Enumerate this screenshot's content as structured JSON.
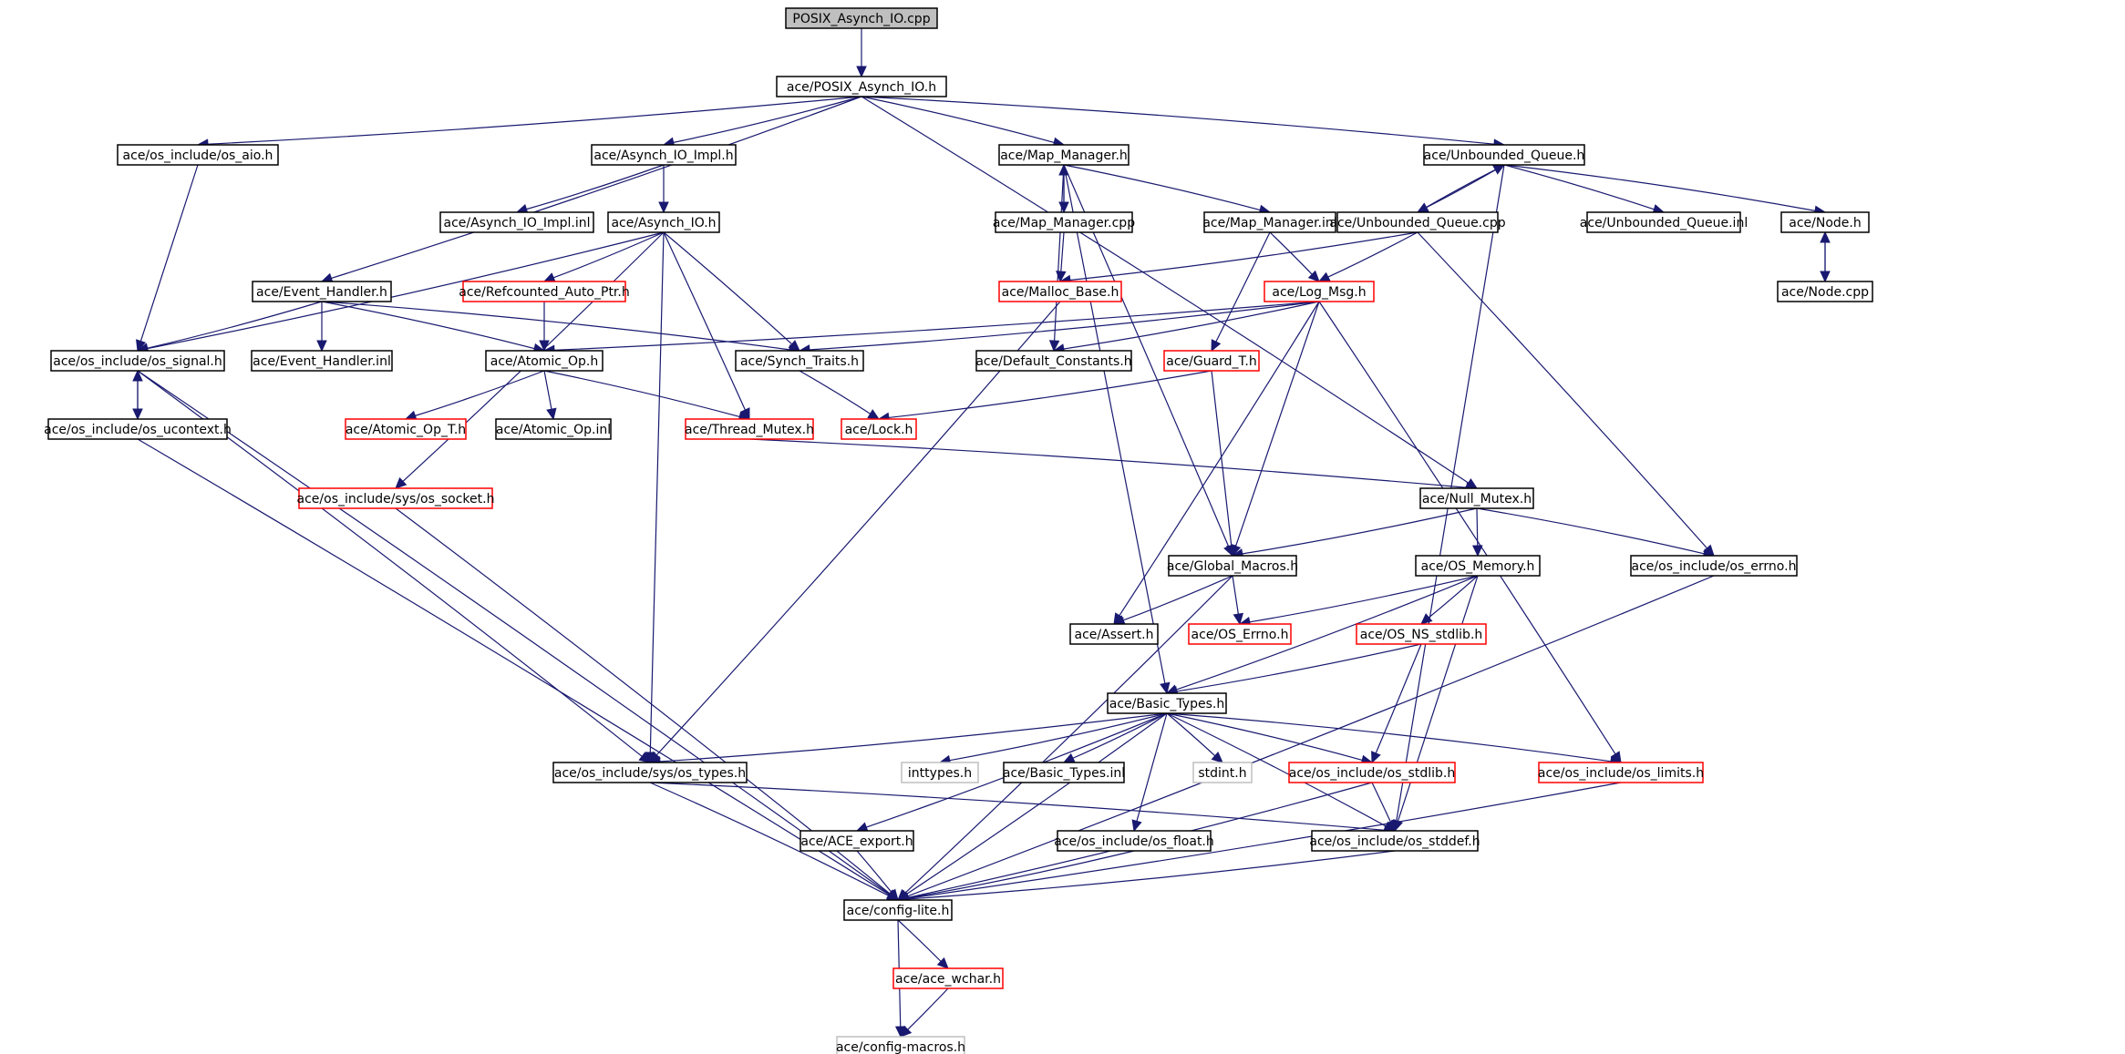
{
  "colors": {
    "edge": "#191970",
    "node_normal_border": "#000000",
    "node_truncated_border": "#ff0000",
    "node_external_border": "#bfbfbf",
    "node_external_text": "#7f7f7f",
    "node_root_fill": "#bfbfbf"
  },
  "nodes": [
    {
      "id": "POSIX_Asynch_IO_cpp",
      "label": "POSIX_Asynch_IO.cpp",
      "kind": "root"
    },
    {
      "id": "POSIX_Asynch_IO_h",
      "label": "ace/POSIX_Asynch_IO.h",
      "kind": "normal"
    },
    {
      "id": "os_aio_h",
      "label": "ace/os_include/os_aio.h",
      "kind": "normal"
    },
    {
      "id": "Asynch_IO_Impl_h",
      "label": "ace/Asynch_IO_Impl.h",
      "kind": "normal"
    },
    {
      "id": "Map_Manager_h",
      "label": "ace/Map_Manager.h",
      "kind": "normal"
    },
    {
      "id": "Unbounded_Queue_h",
      "label": "ace/Unbounded_Queue.h",
      "kind": "normal"
    },
    {
      "id": "Asynch_IO_Impl_inl",
      "label": "ace/Asynch_IO_Impl.inl",
      "kind": "normal"
    },
    {
      "id": "Asynch_IO_h",
      "label": "ace/Asynch_IO.h",
      "kind": "normal"
    },
    {
      "id": "Map_Manager_cpp",
      "label": "ace/Map_Manager.cpp",
      "kind": "normal"
    },
    {
      "id": "Map_Manager_inl",
      "label": "ace/Map_Manager.inl",
      "kind": "normal"
    },
    {
      "id": "Unbounded_Queue_cpp",
      "label": "ace/Unbounded_Queue.cpp",
      "kind": "normal"
    },
    {
      "id": "Unbounded_Queue_inl",
      "label": "ace/Unbounded_Queue.inl",
      "kind": "normal"
    },
    {
      "id": "Node_h",
      "label": "ace/Node.h",
      "kind": "normal"
    },
    {
      "id": "Event_Handler_h",
      "label": "ace/Event_Handler.h",
      "kind": "normal"
    },
    {
      "id": "Refcounted_Auto_Ptr_h",
      "label": "ace/Refcounted_Auto_Ptr.h",
      "kind": "truncated"
    },
    {
      "id": "Malloc_Base_h",
      "label": "ace/Malloc_Base.h",
      "kind": "truncated"
    },
    {
      "id": "Log_Msg_h",
      "label": "ace/Log_Msg.h",
      "kind": "truncated"
    },
    {
      "id": "Node_cpp",
      "label": "ace/Node.cpp",
      "kind": "normal"
    },
    {
      "id": "os_signal_h",
      "label": "ace/os_include/os_signal.h",
      "kind": "normal"
    },
    {
      "id": "Event_Handler_inl",
      "label": "ace/Event_Handler.inl",
      "kind": "normal"
    },
    {
      "id": "Atomic_Op_h",
      "label": "ace/Atomic_Op.h",
      "kind": "normal"
    },
    {
      "id": "Synch_Traits_h",
      "label": "ace/Synch_Traits.h",
      "kind": "normal"
    },
    {
      "id": "Default_Constants_h",
      "label": "ace/Default_Constants.h",
      "kind": "normal"
    },
    {
      "id": "Guard_T_h",
      "label": "ace/Guard_T.h",
      "kind": "truncated"
    },
    {
      "id": "os_ucontext_h",
      "label": "ace/os_include/os_ucontext.h",
      "kind": "normal"
    },
    {
      "id": "Atomic_Op_T_h",
      "label": "ace/Atomic_Op_T.h",
      "kind": "truncated"
    },
    {
      "id": "Atomic_Op_inl",
      "label": "ace/Atomic_Op.inl",
      "kind": "normal"
    },
    {
      "id": "Thread_Mutex_h",
      "label": "ace/Thread_Mutex.h",
      "kind": "truncated"
    },
    {
      "id": "Lock_h",
      "label": "ace/Lock.h",
      "kind": "truncated"
    },
    {
      "id": "os_socket_h",
      "label": "ace/os_include/sys/os_socket.h",
      "kind": "truncated"
    },
    {
      "id": "Null_Mutex_h",
      "label": "ace/Null_Mutex.h",
      "kind": "normal"
    },
    {
      "id": "Global_Macros_h",
      "label": "ace/Global_Macros.h",
      "kind": "normal"
    },
    {
      "id": "OS_Memory_h",
      "label": "ace/OS_Memory.h",
      "kind": "normal"
    },
    {
      "id": "os_errno_h",
      "label": "ace/os_include/os_errno.h",
      "kind": "normal"
    },
    {
      "id": "Assert_h",
      "label": "ace/Assert.h",
      "kind": "normal"
    },
    {
      "id": "OS_Errno_h",
      "label": "ace/OS_Errno.h",
      "kind": "truncated"
    },
    {
      "id": "OS_NS_stdlib_h",
      "label": "ace/OS_NS_stdlib.h",
      "kind": "truncated"
    },
    {
      "id": "Basic_Types_h",
      "label": "ace/Basic_Types.h",
      "kind": "normal"
    },
    {
      "id": "os_types_h",
      "label": "ace/os_include/sys/os_types.h",
      "kind": "normal"
    },
    {
      "id": "inttypes_h",
      "label": "inttypes.h",
      "kind": "external"
    },
    {
      "id": "Basic_Types_inl",
      "label": "ace/Basic_Types.inl",
      "kind": "normal"
    },
    {
      "id": "stdint_h",
      "label": "stdint.h",
      "kind": "external"
    },
    {
      "id": "os_stdlib_h",
      "label": "ace/os_include/os_stdlib.h",
      "kind": "truncated"
    },
    {
      "id": "os_limits_h",
      "label": "ace/os_include/os_limits.h",
      "kind": "truncated"
    },
    {
      "id": "ACE_export_h",
      "label": "ace/ACE_export.h",
      "kind": "normal"
    },
    {
      "id": "os_float_h",
      "label": "ace/os_include/os_float.h",
      "kind": "normal"
    },
    {
      "id": "os_stddef_h",
      "label": "ace/os_include/os_stddef.h",
      "kind": "normal"
    },
    {
      "id": "config_lite_h",
      "label": "ace/config-lite.h",
      "kind": "normal"
    },
    {
      "id": "ace_wchar_h",
      "label": "ace/ace_wchar.h",
      "kind": "truncated"
    },
    {
      "id": "config_macros_h",
      "label": "ace/config-macros.h",
      "kind": "external"
    }
  ],
  "edges": [
    [
      "POSIX_Asynch_IO_cpp",
      "POSIX_Asynch_IO_h"
    ],
    [
      "POSIX_Asynch_IO_h",
      "os_aio_h"
    ],
    [
      "POSIX_Asynch_IO_h",
      "Asynch_IO_Impl_h"
    ],
    [
      "POSIX_Asynch_IO_h",
      "Map_Manager_h"
    ],
    [
      "POSIX_Asynch_IO_h",
      "Unbounded_Queue_h"
    ],
    [
      "POSIX_Asynch_IO_h",
      "Event_Handler_h"
    ],
    [
      "POSIX_Asynch_IO_h",
      "Null_Mutex_h"
    ],
    [
      "os_aio_h",
      "os_signal_h"
    ],
    [
      "Asynch_IO_Impl_h",
      "Asynch_IO_Impl_inl"
    ],
    [
      "Asynch_IO_Impl_h",
      "Asynch_IO_h"
    ],
    [
      "Asynch_IO_h",
      "os_signal_h"
    ],
    [
      "Asynch_IO_h",
      "Refcounted_Auto_Ptr_h"
    ],
    [
      "Asynch_IO_h",
      "Synch_Traits_h"
    ],
    [
      "Asynch_IO_h",
      "Thread_Mutex_h"
    ],
    [
      "Asynch_IO_h",
      "os_socket_h"
    ],
    [
      "Asynch_IO_h",
      "os_types_h"
    ],
    [
      "Refcounted_Auto_Ptr_h",
      "Atomic_Op_h"
    ],
    [
      "Map_Manager_h",
      "Map_Manager_cpp"
    ],
    [
      "Map_Manager_cpp",
      "Map_Manager_h"
    ],
    [
      "Map_Manager_h",
      "Map_Manager_inl"
    ],
    [
      "Map_Manager_h",
      "Default_Constants_h"
    ],
    [
      "Map_Manager_h",
      "Global_Macros_h"
    ],
    [
      "Map_Manager_h",
      "Basic_Types_h"
    ],
    [
      "Map_Manager_cpp",
      "Malloc_Base_h"
    ],
    [
      "Map_Manager_inl",
      "Log_Msg_h"
    ],
    [
      "Map_Manager_inl",
      "Guard_T_h"
    ],
    [
      "Unbounded_Queue_h",
      "Unbounded_Queue_cpp"
    ],
    [
      "Unbounded_Queue_cpp",
      "Unbounded_Queue_h"
    ],
    [
      "Unbounded_Queue_h",
      "Unbounded_Queue_inl"
    ],
    [
      "Unbounded_Queue_h",
      "Node_h"
    ],
    [
      "Unbounded_Queue_h",
      "os_stddef_h"
    ],
    [
      "Unbounded_Queue_cpp",
      "Malloc_Base_h"
    ],
    [
      "Unbounded_Queue_cpp",
      "Log_Msg_h"
    ],
    [
      "Unbounded_Queue_cpp",
      "os_errno_h"
    ],
    [
      "Node_h",
      "Node_cpp"
    ],
    [
      "Node_cpp",
      "Node_h"
    ],
    [
      "Malloc_Base_h",
      "os_types_h"
    ],
    [
      "Log_Msg_h",
      "Atomic_Op_h"
    ],
    [
      "Log_Msg_h",
      "Synch_Traits_h"
    ],
    [
      "Log_Msg_h",
      "Default_Constants_h"
    ],
    [
      "Log_Msg_h",
      "Global_Macros_h"
    ],
    [
      "Log_Msg_h",
      "Assert_h"
    ],
    [
      "Log_Msg_h",
      "os_limits_h"
    ],
    [
      "Guard_T_h",
      "Lock_h"
    ],
    [
      "Guard_T_h",
      "Global_Macros_h"
    ],
    [
      "Event_Handler_h",
      "os_signal_h"
    ],
    [
      "Event_Handler_h",
      "Event_Handler_inl"
    ],
    [
      "Event_Handler_h",
      "Atomic_Op_h"
    ],
    [
      "Event_Handler_h",
      "Synch_Traits_h"
    ],
    [
      "os_signal_h",
      "os_ucontext_h"
    ],
    [
      "os_ucontext_h",
      "os_signal_h"
    ],
    [
      "os_signal_h",
      "os_types_h"
    ],
    [
      "os_signal_h",
      "config_lite_h"
    ],
    [
      "os_ucontext_h",
      "config_lite_h"
    ],
    [
      "Atomic_Op_h",
      "Atomic_Op_T_h"
    ],
    [
      "Atomic_Op_h",
      "Atomic_Op_inl"
    ],
    [
      "Atomic_Op_h",
      "Thread_Mutex_h"
    ],
    [
      "Synch_Traits_h",
      "Lock_h"
    ],
    [
      "Thread_Mutex_h",
      "Null_Mutex_h"
    ],
    [
      "os_socket_h",
      "config_lite_h"
    ],
    [
      "Null_Mutex_h",
      "Global_Macros_h"
    ],
    [
      "Null_Mutex_h",
      "OS_Memory_h"
    ],
    [
      "Null_Mutex_h",
      "os_errno_h"
    ],
    [
      "Global_Macros_h",
      "Assert_h"
    ],
    [
      "Global_Macros_h",
      "OS_Errno_h"
    ],
    [
      "Global_Macros_h",
      "config_lite_h"
    ],
    [
      "OS_Memory_h",
      "OS_Errno_h"
    ],
    [
      "OS_Memory_h",
      "OS_NS_stdlib_h"
    ],
    [
      "OS_Memory_h",
      "Basic_Types_h"
    ],
    [
      "OS_Memory_h",
      "os_stddef_h"
    ],
    [
      "os_errno_h",
      "config_lite_h"
    ],
    [
      "OS_NS_stdlib_h",
      "Basic_Types_h"
    ],
    [
      "OS_NS_stdlib_h",
      "os_stdlib_h"
    ],
    [
      "Basic_Types_h",
      "os_types_h"
    ],
    [
      "Basic_Types_h",
      "inttypes_h"
    ],
    [
      "Basic_Types_h",
      "Basic_Types_inl"
    ],
    [
      "Basic_Types_h",
      "stdint_h"
    ],
    [
      "Basic_Types_h",
      "os_stdlib_h"
    ],
    [
      "Basic_Types_h",
      "os_limits_h"
    ],
    [
      "Basic_Types_h",
      "ACE_export_h"
    ],
    [
      "Basic_Types_h",
      "os_float_h"
    ],
    [
      "Basic_Types_h",
      "os_stddef_h"
    ],
    [
      "Basic_Types_h",
      "config_lite_h"
    ],
    [
      "os_types_h",
      "os_stddef_h"
    ],
    [
      "os_types_h",
      "config_lite_h"
    ],
    [
      "os_stdlib_h",
      "os_stddef_h"
    ],
    [
      "os_stdlib_h",
      "config_lite_h"
    ],
    [
      "os_limits_h",
      "config_lite_h"
    ],
    [
      "ACE_export_h",
      "config_lite_h"
    ],
    [
      "os_float_h",
      "config_lite_h"
    ],
    [
      "os_stddef_h",
      "config_lite_h"
    ],
    [
      "config_lite_h",
      "ace_wchar_h"
    ],
    [
      "config_lite_h",
      "config_macros_h"
    ],
    [
      "ace_wchar_h",
      "config_macros_h"
    ]
  ]
}
